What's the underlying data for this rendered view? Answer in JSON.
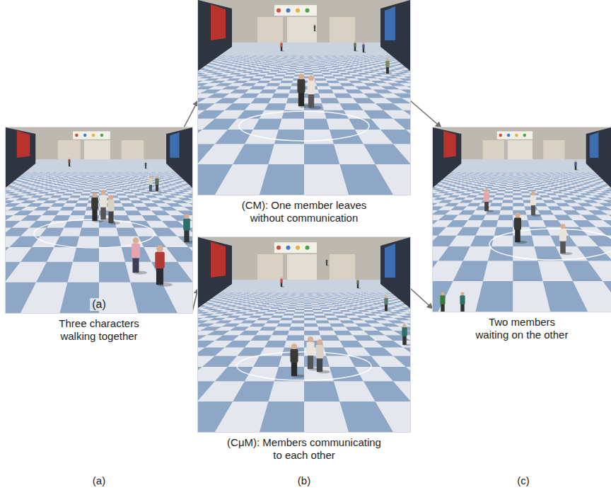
{
  "diagram": {
    "nodes": [
      {
        "text": [
          "(a)",
          "Three characters walking together"
        ]
      },
      {
        "text": [
          "(CM): One member leaves without communication"
        ]
      },
      {
        "text": [
          "(CμM): Members communicating to each other"
        ]
      },
      {
        "text": [
          "Two members waiting on the other"
        ]
      }
    ],
    "edges": [
      {
        "from": 0,
        "to": 1,
        "arrow": "to"
      },
      {
        "from": 0,
        "to": 2,
        "arrow": "to"
      },
      {
        "from": 1,
        "to": 3,
        "arrow": "to"
      },
      {
        "from": 2,
        "to": 3,
        "arrow": "to"
      }
    ],
    "labels": [
      "(a)",
      "(b)",
      "(c)"
    ]
  }
}
